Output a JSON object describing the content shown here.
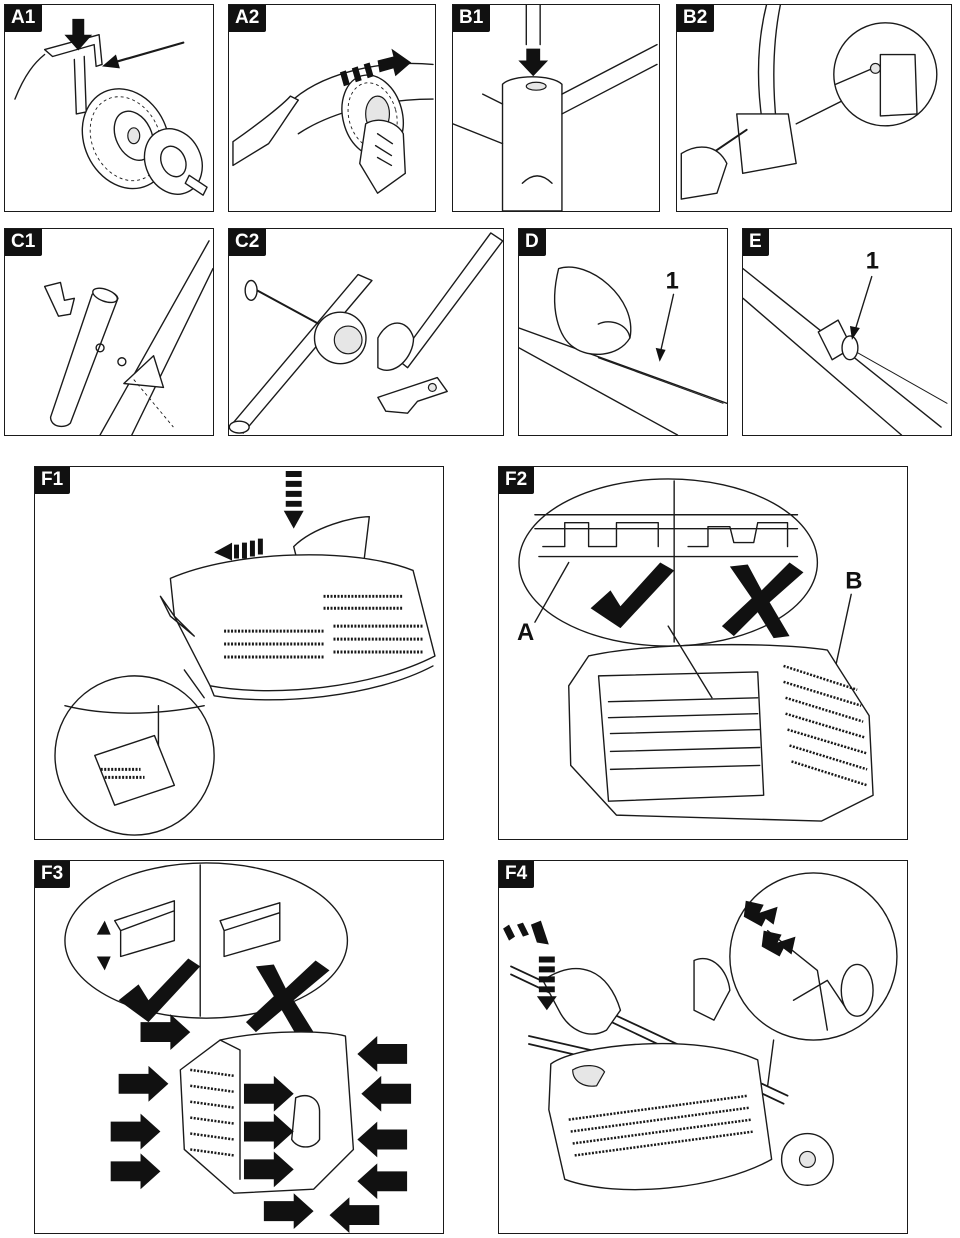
{
  "panels": {
    "a1": {
      "label": "A1"
    },
    "a2": {
      "label": "A2"
    },
    "b1": {
      "label": "B1"
    },
    "b2": {
      "label": "B2"
    },
    "c1": {
      "label": "C1"
    },
    "c2": {
      "label": "C2"
    },
    "d": {
      "label": "D",
      "callout": "1"
    },
    "e": {
      "label": "E",
      "callout": "1"
    },
    "f1": {
      "label": "F1"
    },
    "f2": {
      "label": "F2",
      "callout_a": "A",
      "callout_b": "B"
    },
    "f3": {
      "label": "F3"
    },
    "f4": {
      "label": "F4"
    }
  }
}
